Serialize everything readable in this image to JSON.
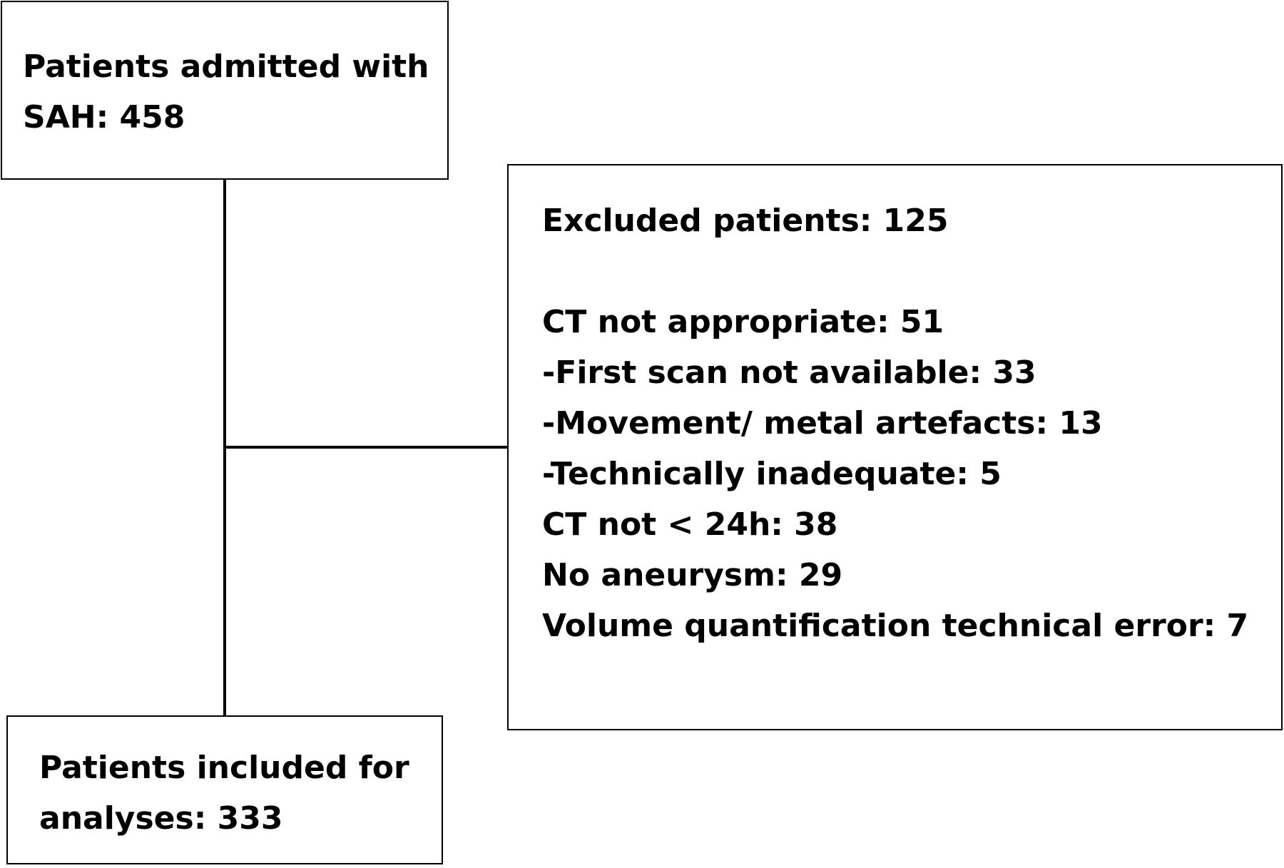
{
  "flowchart": {
    "admitted": {
      "lines": [
        "Patients admitted with",
        "SAH: 458"
      ]
    },
    "excluded": {
      "lines": [
        "Excluded patients: 125",
        "",
        "CT not appropriate: 51",
        "-First scan not available: 33",
        "-Movement/ metal artefacts: 13",
        "-Technically inadequate: 5",
        "CT not < 24h: 38",
        "No aneurysm: 29",
        "Volume quantification technical error: 7"
      ]
    },
    "included": {
      "lines": [
        "Patients included for",
        "analyses: 333"
      ]
    }
  }
}
